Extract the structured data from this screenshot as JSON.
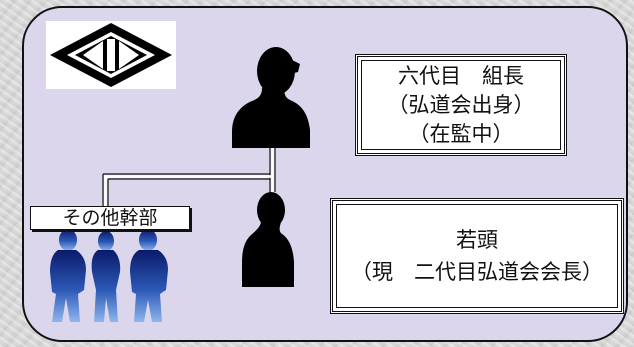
{
  "boss": {
    "line1": "六代目　組長",
    "line2": "（弘道会出身）",
    "line3": "（在監中）"
  },
  "waka": {
    "line1": "若頭",
    "line2": "（現　二代目弘道会会長）"
  },
  "others": {
    "label": "その他幹部"
  },
  "colors": {
    "panel_bg": "#dcd6ec",
    "silhouette": "#000000",
    "executive_silhouette_top": "#0a1a6a",
    "executive_silhouette_bottom": "#6f9be0"
  },
  "icons": {
    "logo": "yamabishi-diamond-emblem",
    "boss": "person-silhouette",
    "waka": "person-silhouette",
    "executives": "group-silhouette"
  }
}
